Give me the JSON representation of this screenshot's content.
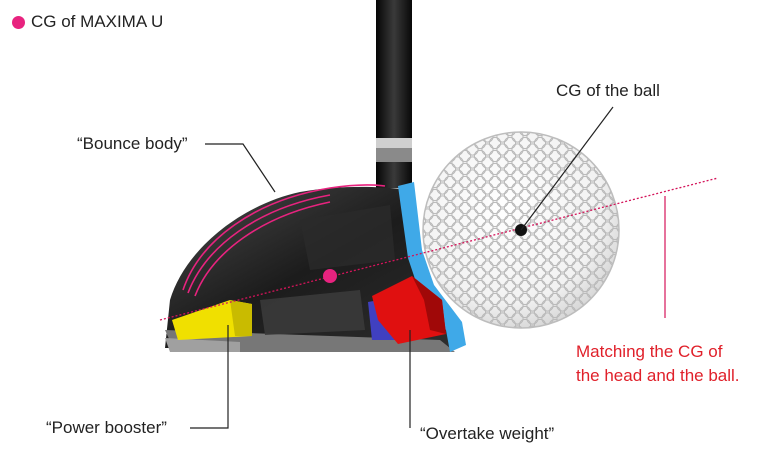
{
  "legend": {
    "label": "CG of MAXIMA U",
    "marker_icon": "pink-dot-icon",
    "color": "#e8237f"
  },
  "labels": {
    "bounce_body": "“Bounce body”",
    "cg_ball": "CG of the ball",
    "power_booster": "“Power booster”",
    "overtake_weight": "“Overtake weight”",
    "matching_line1": "Matching the CG of",
    "matching_line2": "the head and the ball."
  },
  "colors": {
    "cg_marker": "#e8237f",
    "power_booster": "#f0e000",
    "overtake_weight": "#e01010",
    "face_insert": "#3fa9e8",
    "cg_line": "#d4145a",
    "annotation_text": "#e0202a"
  }
}
